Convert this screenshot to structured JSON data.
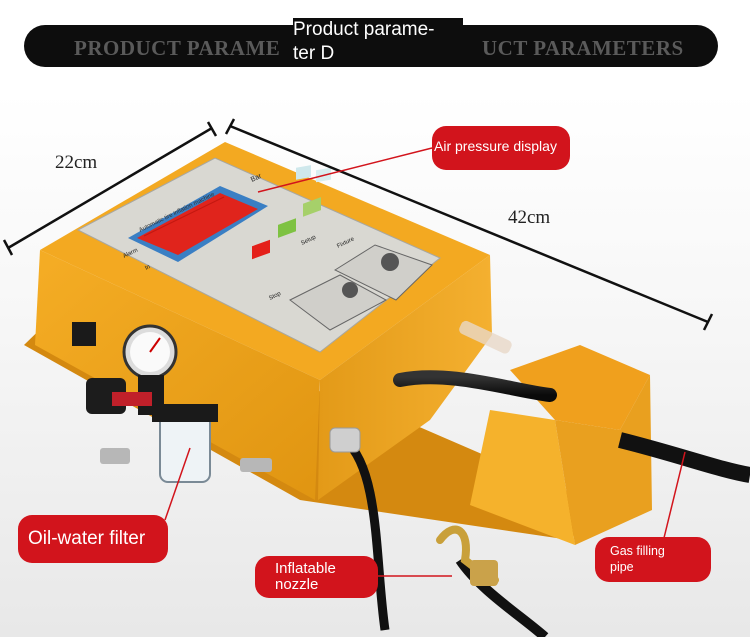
{
  "banner": {
    "left_text": "PRODUCT PARAME",
    "overlay_text": "Product parame-\nter D",
    "right_text": "UCT PARAMETERS"
  },
  "dimensions": {
    "width": "22cm",
    "length": "42cm"
  },
  "device": {
    "panel_header": "Automatic tire inflation machine",
    "unit_label": "Bar",
    "label_alarm": "Alarm",
    "label_in": "In",
    "label_stop": "Stop",
    "label_setup": "Setup",
    "label_fixture": "Fixture"
  },
  "callouts": {
    "air_pressure": "Air pressure display",
    "oil_water": "Oil-water filter",
    "inflatable_line1": "Inflatable",
    "inflatable_line2": "nozzle",
    "gas_line1": "Gas filling",
    "gas_line2": "pipe"
  },
  "colors": {
    "body_orange": "#f2a81c",
    "callout_red": "#d2141c",
    "display_red": "#e0241c"
  }
}
